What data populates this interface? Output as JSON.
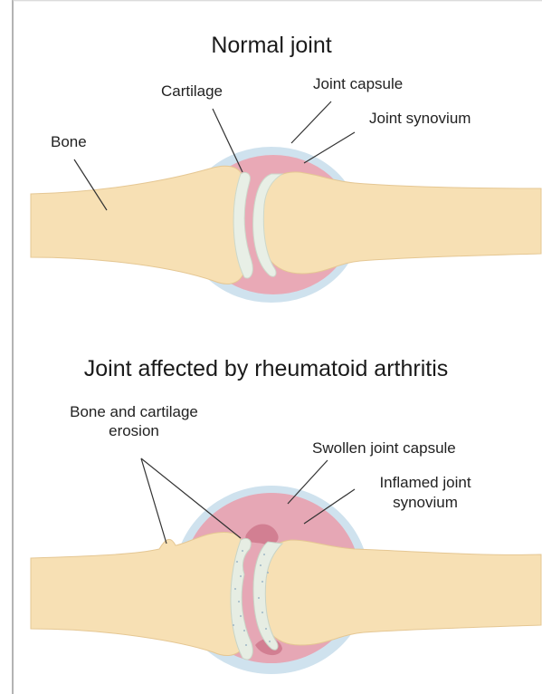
{
  "normal": {
    "title": "Normal joint",
    "labels": {
      "cartilage": "Cartilage",
      "capsule": "Joint capsule",
      "synovium": "Joint synovium",
      "bone": "Bone"
    }
  },
  "ra": {
    "title": "Joint affected by rheumatoid arthritis",
    "labels": {
      "erosion_line1": "Bone and cartilage",
      "erosion_line2": "erosion",
      "capsule": "Swollen joint capsule",
      "synovium_line1": "Inflamed joint",
      "synovium_line2": "synovium"
    }
  },
  "colors": {
    "bone": "#f6dfb2",
    "bone_edge": "#e3c48e",
    "capsule": "#c6dcea",
    "synovium": "#e8a7b4",
    "synovium_inflamed": "#d98898",
    "cartilage": "#e8eee4",
    "border": "#888888"
  }
}
